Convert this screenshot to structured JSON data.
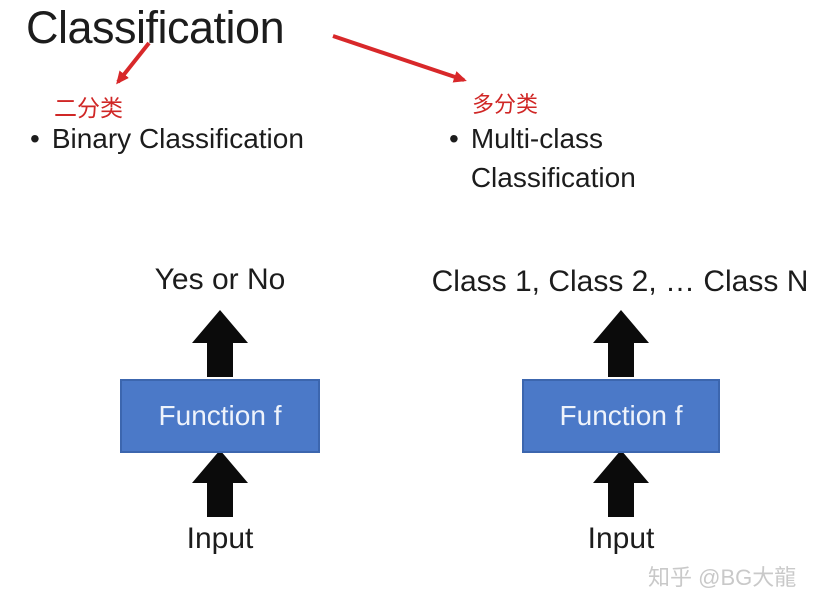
{
  "title": "Classification",
  "annotations": {
    "left_label": "二分类",
    "right_label": "多分类"
  },
  "bullets": {
    "bullet_char": "•",
    "left": "Binary Classification",
    "right": "Multi-class Classification"
  },
  "diagrams": [
    {
      "id": "binary",
      "output": "Yes or No",
      "box_label": "Function f",
      "input": "Input"
    },
    {
      "id": "multiclass",
      "output": "Class 1, Class 2, … Class N",
      "box_label": "Function f",
      "input": "Input"
    }
  ],
  "watermark": "知乎 @BG大龍",
  "colors": {
    "accent_red": "#d02726",
    "box_fill": "#4b79c8",
    "box_border": "#3c66ae",
    "arrow_black": "#0b0b0b",
    "text_black": "#1c1c1c",
    "watermark_gray": "#c9c9c9",
    "background": "#ffffff"
  }
}
